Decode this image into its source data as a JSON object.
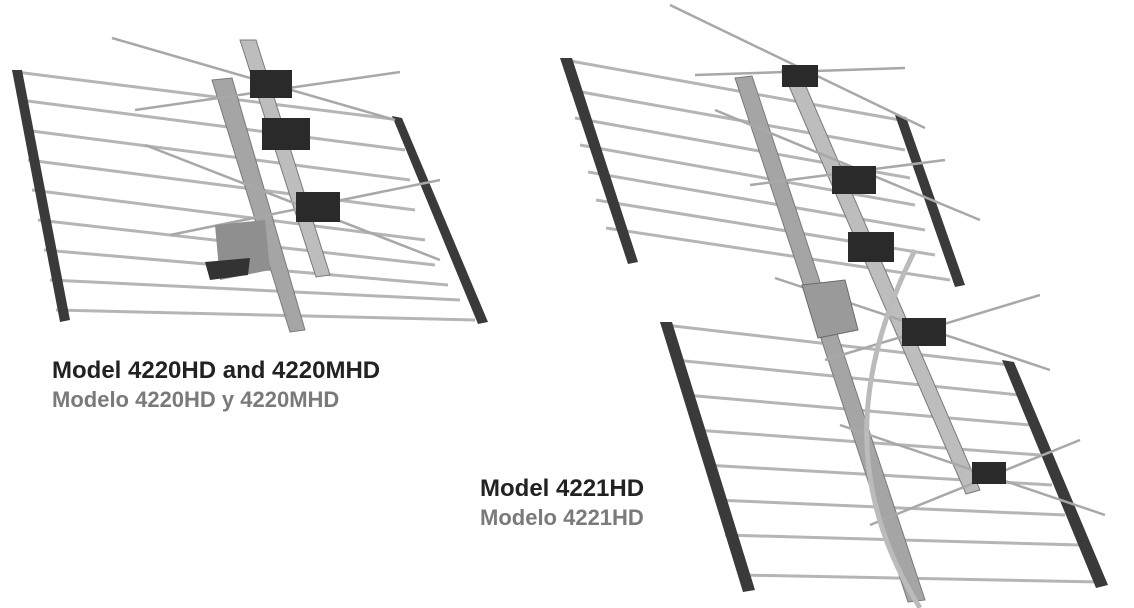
{
  "captions": {
    "left": {
      "english": "Model 4220HD and 4220MHD",
      "spanish": "Modelo 4220HD y 4220MHD"
    },
    "right": {
      "english": "Model 4221HD",
      "spanish": "Modelo 4221HD"
    }
  },
  "colors": {
    "caption_english": "#222222",
    "caption_spanish": "#7a7a7a",
    "rod": "#b8b8b8",
    "frame": "#3a3a3a",
    "mast": "#9a9a9a",
    "box": "#2a2a2a"
  }
}
